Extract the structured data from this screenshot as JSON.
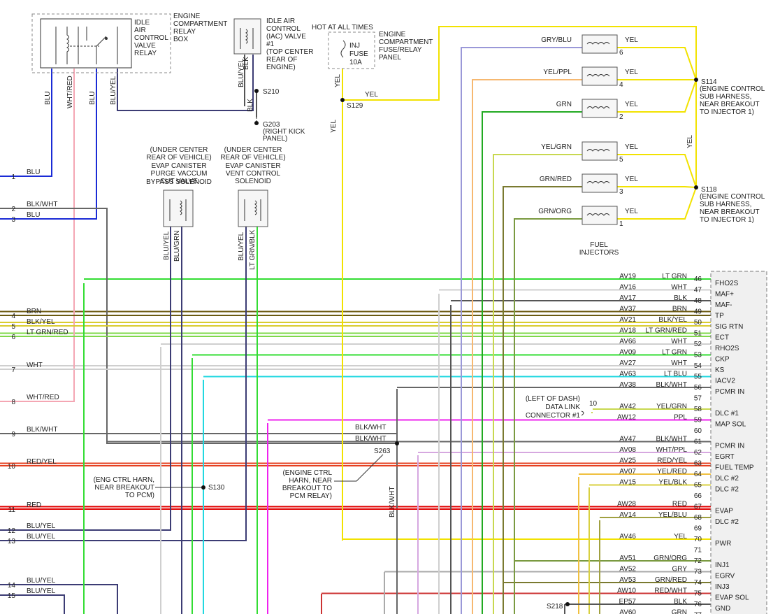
{
  "colors": {
    "BLU": "#1a2bd6",
    "WHT/RED": "#f4a6b3",
    "BLU/YEL": "#3c3c74",
    "BLK": "#555555",
    "BLK/WHT": "#666666",
    "BRN": "#6b5a10",
    "BLK/YEL": "#d9cc30",
    "LT GRN/RED": "#7fd84a",
    "WHT": "#cfcfcf",
    "RED/YEL": "#e64020",
    "RED": "#e00000",
    "LT GRN": "#33dd33",
    "LT BLU": "#22d8e0",
    "PPL": "#ee22ee",
    "YEL": "#f2e200",
    "YEL/GRN": "#c8d850",
    "WHT/PPL": "#d6a8e0",
    "YEL/RED": "#f0c040",
    "YEL/BLK": "#d8d040",
    "YEL/BLU": "#a0a040",
    "GRN": "#22aa22",
    "GRN/ORG": "#7a9a40",
    "GRY": "#aaaaaa",
    "GRN/RED": "#7a7a30",
    "RED/WHT": "#cc3333",
    "GRY/BLU": "#9a98d8",
    "YEL/PPL": "#f6b870"
  },
  "components": {
    "relay_box": [
      "ENGINE",
      "COMPARTMENT",
      "RELAY",
      "BOX"
    ],
    "relay": [
      "IDLE",
      "AIR",
      "CONTROL",
      "VALVE",
      "RELAY"
    ],
    "iac_valve": [
      "IDLE AIR",
      "CONTROL",
      "(IAC) VALVE",
      "#1",
      "(TOP CENTER",
      "REAR OF",
      "ENGINE)"
    ],
    "hot_at_all_times": "HOT AT ALL TIMES",
    "fuse": [
      "INJ",
      "FUSE",
      "10A"
    ],
    "fuse_panel": [
      "ENGINE",
      "COMPARTMENT",
      "FUSE/RELAY",
      "PANEL"
    ],
    "evap_bypass": [
      "(UNDER CENTER",
      "REAR OF VEHICLE)",
      "EVAP CANISTER",
      "PURGE VACCUM",
      "CUT VALVE",
      "BYPASS SOLENOID"
    ],
    "evap_vent": [
      "(UNDER CENTER",
      "REAR OF VEHICLE)",
      "EVAP CANISTER",
      "VENT CONTROL",
      "SOLENOID"
    ],
    "s210": "S210",
    "g203": [
      "G203",
      "(RIGHT KICK",
      "PANEL)"
    ],
    "s129": "S129",
    "s114": [
      "S114",
      "(ENGINE CONTROL",
      "SUB HARNESS,",
      "NEAR BREAKOUT",
      "TO INJECTOR 1)"
    ],
    "s118": [
      "S118",
      "(ENGINE CONTROL",
      "SUB HARNESS,",
      "NEAR BREAKOUT",
      "TO INJECTOR 1)"
    ],
    "fuel_injectors": [
      "FUEL",
      "INJECTORS"
    ],
    "s130_note": [
      "(ENG CTRL HARN,",
      "NEAR BREAKOUT",
      "TO PCM)"
    ],
    "s130": "S130",
    "s263_note": [
      "(ENGINE CTRL",
      "HARN, NEAR",
      "BREAKOUT TO",
      "PCM RELAY)"
    ],
    "s263": "S263",
    "dlc": [
      "(LEFT OF DASH)",
      "DATA LINK",
      "CONNECTOR #1"
    ],
    "dlc_pin": "10",
    "s218": "S218"
  },
  "top_wire_labels": [
    "BLU",
    "WHT/RED",
    "BLU",
    "BLU/YEL",
    "BLU/YEL",
    "BLK",
    "BLK",
    "YEL",
    "YEL",
    "YEL",
    "BLU/YEL",
    "BLU/GRN",
    "BLU/YEL",
    "LT GRN/BLK",
    "BLK/WHT",
    "BLK/WHT",
    "BLK/WHT",
    "YEL"
  ],
  "injectors": [
    {
      "wire": "GRY/BLU",
      "pin": "6",
      "out": "YEL"
    },
    {
      "wire": "YEL/PPL",
      "pin": "4",
      "out": "YEL"
    },
    {
      "wire": "GRN",
      "pin": "2",
      "out": "YEL"
    },
    {
      "wire": "YEL/GRN",
      "pin": "5",
      "out": "YEL"
    },
    {
      "wire": "GRN/RED",
      "pin": "3",
      "out": "YEL"
    },
    {
      "wire": "GRN/ORG",
      "pin": "1",
      "out": "YEL"
    }
  ],
  "left_rows": [
    {
      "num": "1",
      "label": "BLU"
    },
    {
      "num": "2",
      "label": "BLK/WHT"
    },
    {
      "num": "3",
      "label": "BLU"
    },
    {
      "num": "4",
      "label": "BRN"
    },
    {
      "num": "5",
      "label": "BLK/YEL"
    },
    {
      "num": "6",
      "label": "LT GRN/RED"
    },
    {
      "num": "7",
      "label": "WHT"
    },
    {
      "num": "8",
      "label": "WHT/RED"
    },
    {
      "num": "9",
      "label": "BLK/WHT"
    },
    {
      "num": "10",
      "label": "RED/YEL"
    },
    {
      "num": "11",
      "label": "RED"
    },
    {
      "num": "12",
      "label": "BLU/YEL"
    },
    {
      "num": "13",
      "label": "BLU/YEL"
    },
    {
      "num": "14",
      "label": "BLU/YEL"
    },
    {
      "num": "15",
      "label": "BLU/YEL"
    }
  ],
  "pcm_rows": [
    {
      "code": "AV19",
      "color": "LT GRN",
      "pin": "46",
      "func": "FHO2S"
    },
    {
      "code": "AV16",
      "color": "WHT",
      "pin": "47",
      "func": "MAF+"
    },
    {
      "code": "AV17",
      "color": "BLK",
      "pin": "48",
      "func": "MAF-"
    },
    {
      "code": "AV37",
      "color": "BRN",
      "pin": "49",
      "func": "TP"
    },
    {
      "code": "AV21",
      "color": "BLK/YEL",
      "pin": "50",
      "func": "SIG RTN"
    },
    {
      "code": "AV18",
      "color": "LT GRN/RED",
      "pin": "51",
      "func": "ECT"
    },
    {
      "code": "AV66",
      "color": "WHT",
      "pin": "52",
      "func": "RHO2S"
    },
    {
      "code": "AV09",
      "color": "LT GRN",
      "pin": "53",
      "func": "CKP"
    },
    {
      "code": "AV27",
      "color": "WHT",
      "pin": "54",
      "func": "KS"
    },
    {
      "code": "AV63",
      "color": "LT BLU",
      "pin": "55",
      "func": "IACV2"
    },
    {
      "code": "AV38",
      "color": "BLK/WHT",
      "pin": "56",
      "func": "PCMR IN"
    },
    {
      "code": "",
      "color": "",
      "pin": "57",
      "func": ""
    },
    {
      "code": "AV42",
      "color": "YEL/GRN",
      "pin": "58",
      "func": "DLC #1"
    },
    {
      "code": "AW12",
      "color": "PPL",
      "pin": "59",
      "func": "MAP SOL"
    },
    {
      "code": "",
      "color": "",
      "pin": "60",
      "func": ""
    },
    {
      "code": "AV47",
      "color": "BLK/WHT",
      "pin": "61",
      "func": "PCMR IN"
    },
    {
      "code": "AV08",
      "color": "WHT/PPL",
      "pin": "62",
      "func": "EGRT"
    },
    {
      "code": "AV25",
      "color": "RED/YEL",
      "pin": "63",
      "func": "FUEL TEMP"
    },
    {
      "code": "AV07",
      "color": "YEL/RED",
      "pin": "64",
      "func": "DLC #2"
    },
    {
      "code": "AV15",
      "color": "YEL/BLK",
      "pin": "65",
      "func": "DLC #2"
    },
    {
      "code": "",
      "color": "",
      "pin": "66",
      "func": ""
    },
    {
      "code": "AW28",
      "color": "RED",
      "pin": "67",
      "func": "EVAP"
    },
    {
      "code": "AV14",
      "color": "YEL/BLU",
      "pin": "68",
      "func": "DLC #2"
    },
    {
      "code": "",
      "color": "",
      "pin": "69",
      "func": ""
    },
    {
      "code": "AV46",
      "color": "YEL",
      "pin": "70",
      "func": "PWR"
    },
    {
      "code": "",
      "color": "",
      "pin": "71",
      "func": ""
    },
    {
      "code": "AV51",
      "color": "GRN/ORG",
      "pin": "72",
      "func": "INJ1"
    },
    {
      "code": "AV52",
      "color": "GRY",
      "pin": "73",
      "func": "EGRV"
    },
    {
      "code": "AV53",
      "color": "GRN/RED",
      "pin": "74",
      "func": "INJ3"
    },
    {
      "code": "AW10",
      "color": "RED/WHT",
      "pin": "75",
      "func": "EVAP SOL"
    },
    {
      "code": "EP57",
      "color": "BLK",
      "pin": "76",
      "func": "GND"
    },
    {
      "code": "AV60",
      "color": "GRN",
      "pin": "77",
      "func": ""
    }
  ]
}
